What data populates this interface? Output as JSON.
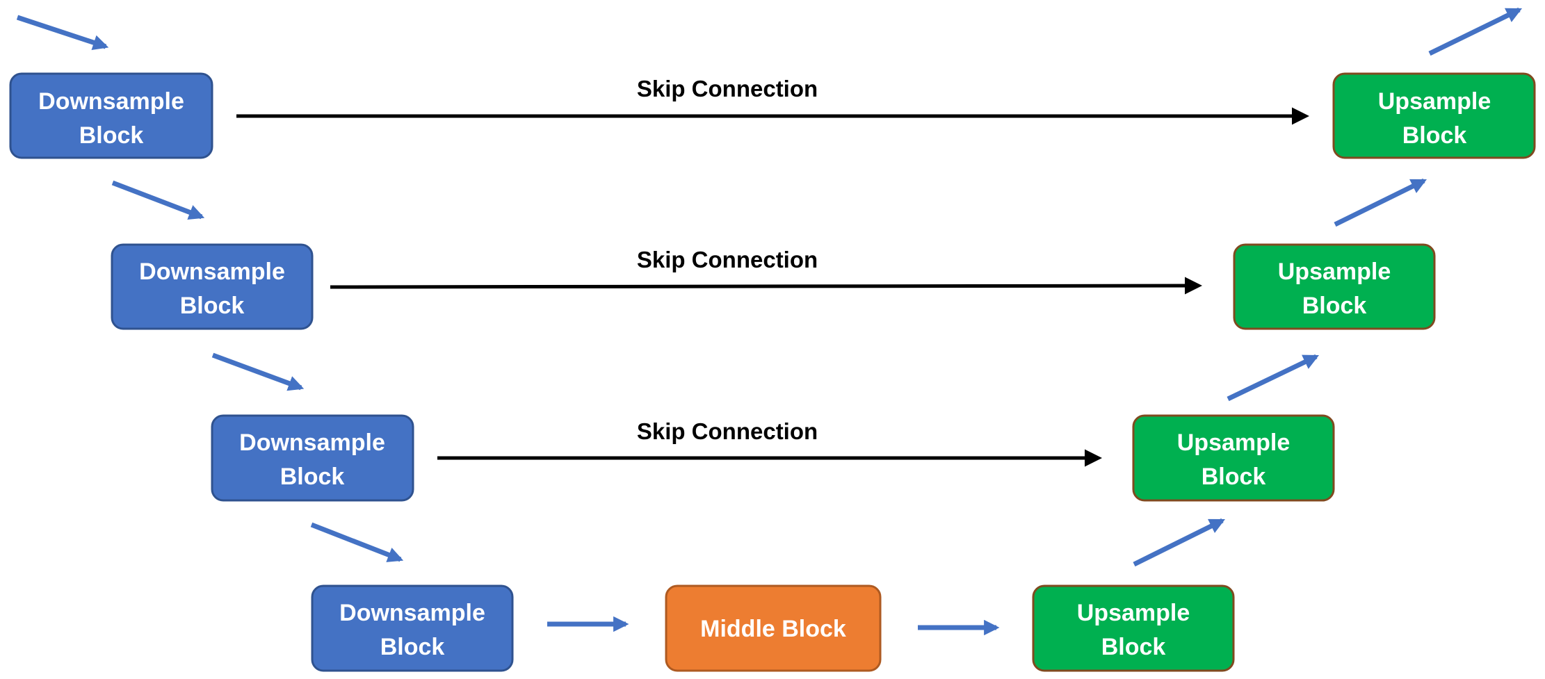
{
  "diagram": {
    "colors": {
      "downsample_fill": "#4472C4",
      "downsample_stroke": "#2F528F",
      "upsample_fill": "#00B050",
      "upsample_stroke": "#7F4A1F",
      "middle_fill": "#ED7D31",
      "middle_stroke": "#AE5A21",
      "flow_arrow": "#4472C4",
      "skip_arrow": "#000000",
      "block_text": "#FFFFFF"
    },
    "downsample": [
      {
        "line1": "Downsample",
        "line2": "Block"
      },
      {
        "line1": "Downsample",
        "line2": "Block"
      },
      {
        "line1": "Downsample",
        "line2": "Block"
      },
      {
        "line1": "Downsample",
        "line2": "Block"
      }
    ],
    "middle": {
      "label": "Middle Block"
    },
    "upsample": [
      {
        "line1": "Upsample",
        "line2": "Block"
      },
      {
        "line1": "Upsample",
        "line2": "Block"
      },
      {
        "line1": "Upsample",
        "line2": "Block"
      },
      {
        "line1": "Upsample",
        "line2": "Block"
      }
    ],
    "skip_connections": [
      {
        "label": "Skip Connection"
      },
      {
        "label": "Skip Connection"
      },
      {
        "label": "Skip Connection"
      }
    ]
  }
}
